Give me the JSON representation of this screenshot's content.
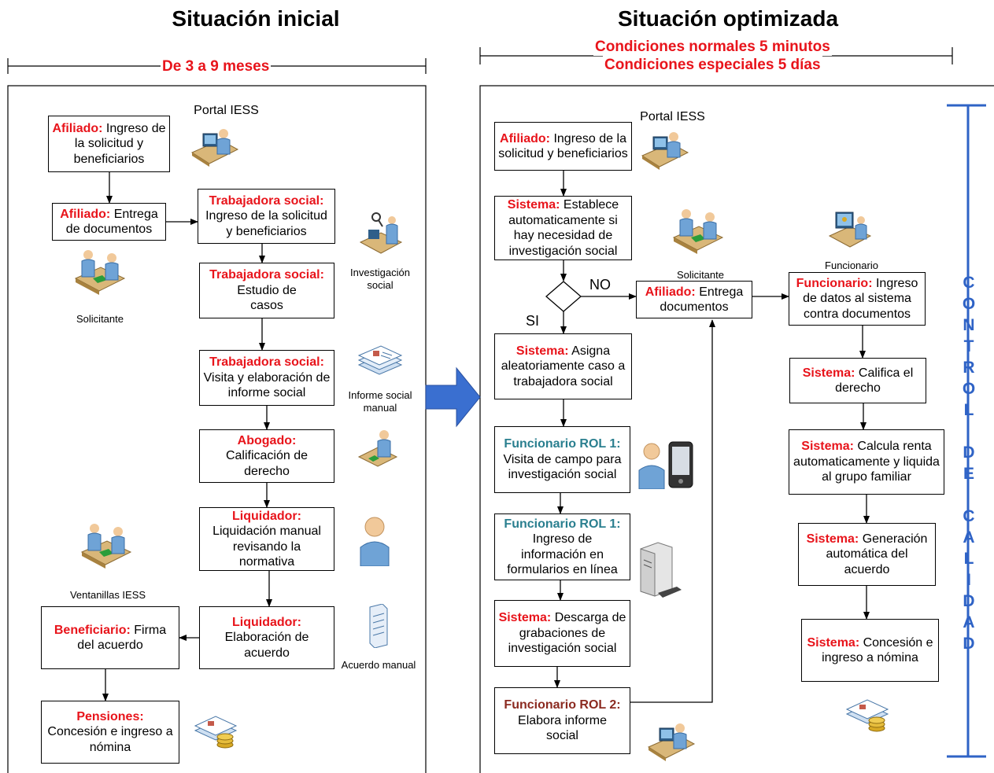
{
  "left": {
    "title": "Situación inicial",
    "duration": "De 3 a 9 meses",
    "boxes": {
      "b1": {
        "role": "Afiliado:",
        "text": " Ingreso de la solicitud y beneficiarios"
      },
      "b2": {
        "role": "Afiliado:",
        "text": " Entrega de documentos"
      },
      "b3": {
        "role": "Trabajadora social:",
        "text": "Ingreso de la solicitud y beneficiarios"
      },
      "b4": {
        "role": "Trabajadora social:",
        "text": "Estudio de casos"
      },
      "b5": {
        "role": "Trabajadora social:",
        "text": "Visita y elaboración de informe social"
      },
      "b6": {
        "role": "Abogado:",
        "text": "Calificación de derecho"
      },
      "b7": {
        "role": "Liquidador:",
        "text": "Liquidación manual revisando  la normativa"
      },
      "b8": {
        "role": "Liquidador:",
        "text": "Elaboración de acuerdo"
      },
      "b9": {
        "role": "Beneficiario:",
        "text": " Firma del acuerdo"
      },
      "b10": {
        "role": "Pensiones:",
        "text": "Concesión e ingreso a nómina"
      }
    },
    "labels": {
      "portal": "Portal IESS",
      "solicitante": "Solicitante",
      "investigacion": "Investigación social",
      "informe": "Informe social manual",
      "ventanillas": "Ventanillas IESS",
      "acuerdo": "Acuerdo manual"
    }
  },
  "right": {
    "title": "Situación optimizada",
    "duration1": "Condiciones normales 5 minutos",
    "duration2": "Condiciones especiales 5 días",
    "boxes": {
      "c1": {
        "role": "Afiliado:",
        "text": " Ingreso de la solicitud y beneficiarios"
      },
      "c2": {
        "role": "Sistema:",
        "text": " Establece automaticamente si hay necesidad de investigación social"
      },
      "c3": {
        "role": "Sistema:",
        "text": " Asigna aleatoriamente caso a trabajadora social"
      },
      "c4": {
        "role": "Funcionario ROL 1:",
        "text": "Visita de campo para investigación social"
      },
      "c5": {
        "role": "Funcionario ROL 1:",
        "text": "Ingreso de información en formularios en línea"
      },
      "c6": {
        "role": "Sistema:",
        "text": " Descarga de grabaciones de investigación social"
      },
      "c7": {
        "role": "Funcionario ROL 2:",
        "text": "Elabora informe social"
      },
      "c8": {
        "role": "Afiliado:",
        "text": " Entrega documentos"
      },
      "c9": {
        "role": "Funcionario:",
        "text": " Ingreso de datos al sistema contra documentos"
      },
      "c10": {
        "role": "Sistema:",
        "text": " Califica el derecho"
      },
      "c11": {
        "role": "Sistema:",
        "text": " Calcula renta automaticamente y liquida al grupo familiar"
      },
      "c12": {
        "role": "Sistema:",
        "text": " Generación automática del acuerdo"
      },
      "c13": {
        "role": "Sistema:",
        "text": " Concesión e ingreso a nómina"
      }
    },
    "labels": {
      "portal": "Portal IESS",
      "solicitante": "Solicitante",
      "funcionario": "Funcionario",
      "no": "NO",
      "si": "SI"
    },
    "control": [
      "C",
      "O",
      "N",
      "T",
      "R",
      "O",
      "L",
      "",
      "D",
      "E",
      "",
      "C",
      "A",
      "L",
      "I",
      "D",
      "A",
      "D"
    ]
  },
  "colors": {
    "red": "#e8141b",
    "teal": "#2a7f8f",
    "maroon": "#8b2a20",
    "blue": "#2f63c6"
  }
}
